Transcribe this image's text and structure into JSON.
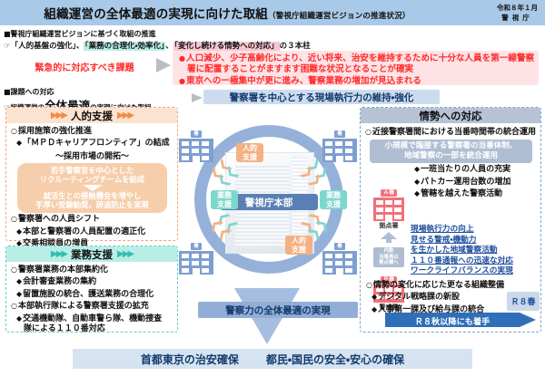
{
  "header": {
    "title": "組織運営の全体最適の実現に向けた取組",
    "subtitle": "（警視庁組織運営ビジョンの推進状況）",
    "date": "令和８年１月",
    "agency": "警視庁"
  },
  "section1": {
    "marker": "■警視庁組織運営ビジョンに基づく取組の推進",
    "pillar_prefix": "「人的基盤の強化」、",
    "pillar_mid1": "「業務の合理化・効率化」",
    "pillar_comma": "、",
    "pillar_mid2": "「変化し続ける情勢への対応」",
    "pillar_suffix": "の３本柱",
    "urgent_label": "緊急的に対応すべき課題",
    "urgent_items": [
      "人口減少、少子高齢化により、近い将来、治安を維持するために十分な人員を第一線警察署に配置することがますます困難な状況となることが確実",
      "東京への一極集中が更に進み、警察業務の増加が見込まれる"
    ]
  },
  "section2": {
    "marker": "■課題への対応",
    "lead_pre": "組織運営の",
    "lead_big": "全体最適",
    "lead_post": "の実現に向けた取組",
    "band": "警察署を中心とする現場執行力の維持・強化"
  },
  "panel_jinteki": {
    "title": "人的支援",
    "items": [
      {
        "type": "circle",
        "text": "採用施策の強化推進"
      },
      {
        "type": "diamond",
        "text": "「ＭＰＤキャリアフロンティア」の結成"
      },
      {
        "type": "center",
        "text": "～採用市場の開拓～"
      }
    ],
    "callout_top": [
      "若手警察官を中心とした",
      "リクルーティングチームを結成"
    ],
    "callout_bottom": [
      "就活生との接触機会を増やし",
      "手厚い受験勧奨、辞退防止を実現"
    ],
    "items2": [
      {
        "type": "circle",
        "text": "警察署への人員シフト"
      },
      {
        "type": "diamond",
        "text": "本部と警察署の人員配置の適正化"
      },
      {
        "type": "diamond",
        "text": "交番相談員の増員"
      }
    ]
  },
  "panel_gyomu": {
    "title": "業務支援",
    "items": [
      {
        "type": "circle",
        "text": "警察署業務の本部集約化"
      },
      {
        "type": "diamond",
        "text": "会計審査業務の集約"
      },
      {
        "type": "diamond",
        "text": "留置施設の統合、護送業務の合理化"
      },
      {
        "type": "circle",
        "text": "本部執行隊による警察署支援の拡充"
      },
      {
        "type": "diamond",
        "text": "交通機動隊、自動車警ら隊、機動捜査"
      },
      {
        "type": "plain",
        "text": "隊による１１０番対応"
      }
    ]
  },
  "panel_jousei": {
    "title": "情勢への対応",
    "item1": "近接警察署間における当番時間帯の統合運用",
    "callout": [
      "小規模で臨接する警察署の当番体制、",
      "地域警察の一部を統合運用"
    ],
    "diamonds": [
      "一班当たりの人員の充実",
      "パトカー運用台数の増加",
      "管轄を越えた警察活動"
    ],
    "station_a": "Ａ署",
    "station_a_caption": "拠点署",
    "station_b": "Ｂ署",
    "station_b_caption": "警戒署",
    "arrow_text": [
      "内勤",
      "当番員は",
      "拠点署へ"
    ],
    "blue_links": [
      "現場執行力の向上",
      "見せる警戒・機動力",
      "を生かした地域警察活動",
      "１１０番通報への迅速な対応",
      "ワークライフバランスの実現"
    ],
    "item2": "情勢の変化に応じた更なる組織整備",
    "diamonds2": [
      "デジタル戦略課の新設",
      "人事第一課及び給与課の統合"
    ],
    "badge": "Ｒ８春",
    "banner": "Ｒ８秋以降にも着手"
  },
  "center_diagram": {
    "hq_label": "警視庁本部",
    "station_label": "署",
    "tag_jinteki": "人的\n支援",
    "tag_gyomu": "業務\n支援",
    "goal": "警察力の全体最適の実現"
  },
  "footer": {
    "left": "首都東京の治安確保",
    "right": "都民・国民の安全・安心の確保"
  },
  "colors": {
    "header_blue": "#a9c9e8",
    "orange": "#f28b44",
    "teal": "#35bdb0",
    "red": "#ff2b2b",
    "navy": "#123a6b",
    "station_pink": "#f2707a",
    "ring_blue": "#8fadd8"
  }
}
